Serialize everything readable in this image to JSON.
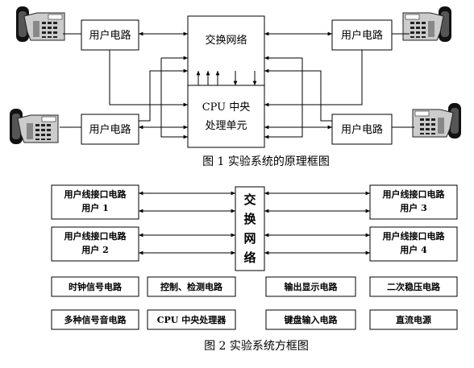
{
  "figure1": {
    "user_circuit_label": "用户电路",
    "switch_network": "交换网络",
    "cpu_line1": "CPU 中央",
    "cpu_line2": "处理单元",
    "caption": "图 1 实验系统的原理框图"
  },
  "figure2": {
    "slic": [
      {
        "line1": "用户线接口电路",
        "line2": "用户 1"
      },
      {
        "line1": "用户线接口电路",
        "line2": "用户 2"
      },
      {
        "line1": "用户线接口电路",
        "line2": "用户 3"
      },
      {
        "line1": "用户线接口电路",
        "line2": "用户 4"
      }
    ],
    "switch_chars": [
      "交",
      "换",
      "网",
      "络"
    ],
    "modules": [
      "时钟信号电路",
      "控制、检测电路",
      "输出显示电路",
      "二次稳压电路",
      "多种信号音电路",
      "CPU 中央处理器",
      "键盘输入电路",
      "直流电源"
    ],
    "caption": "图 2 实验系统方框图"
  }
}
